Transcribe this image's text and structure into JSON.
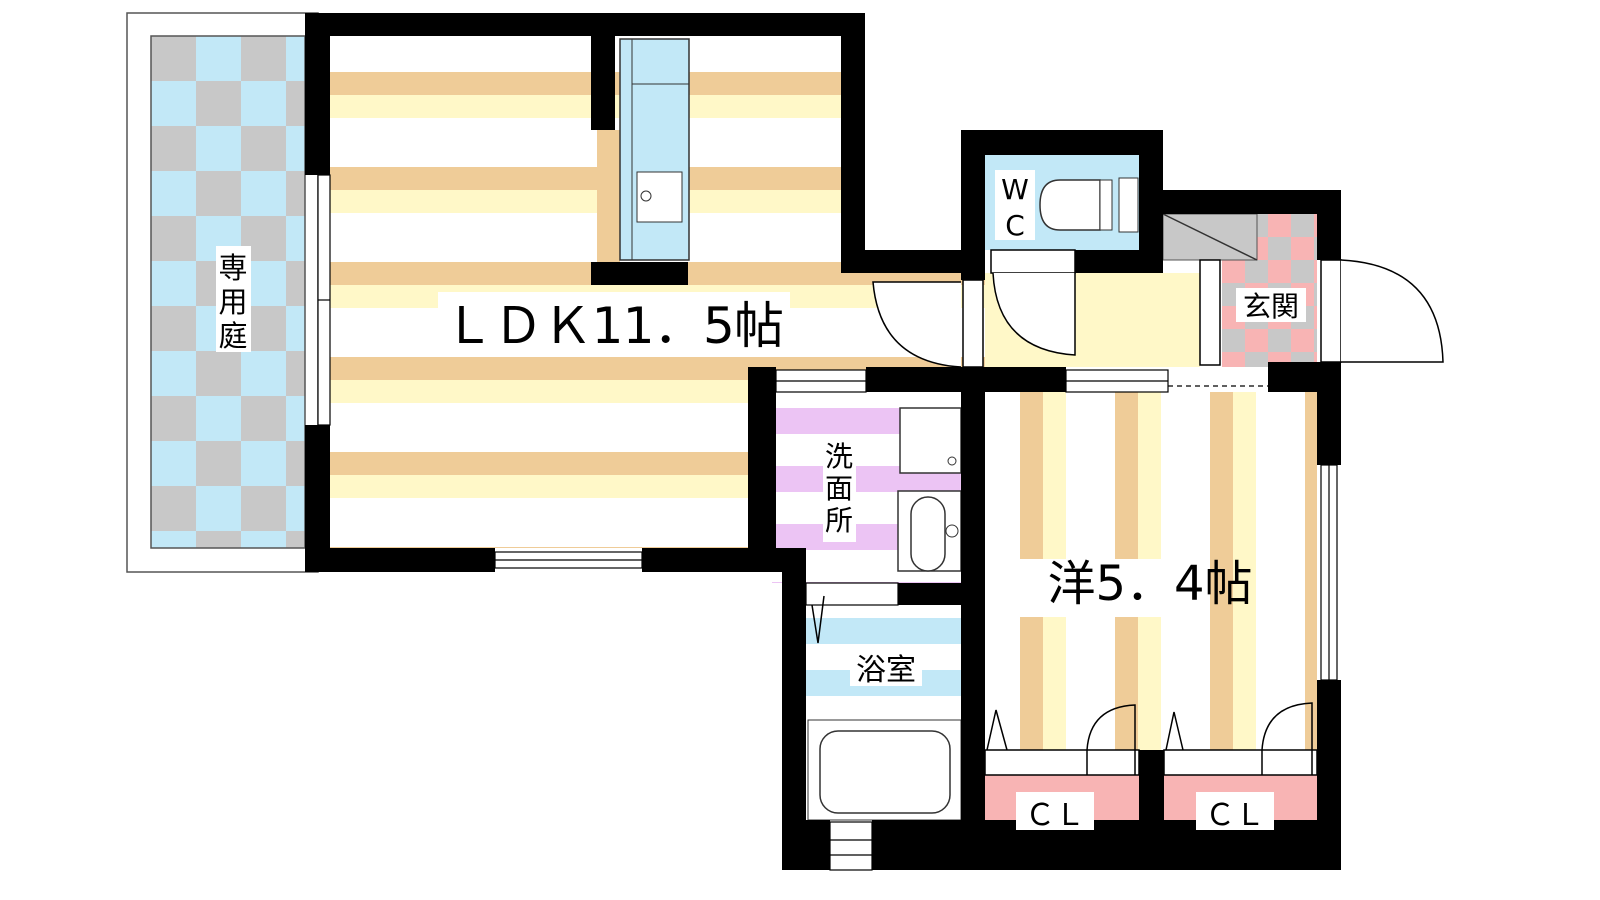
{
  "rooms": {
    "garden": {
      "label_chars": [
        "専",
        "用",
        "庭"
      ]
    },
    "ldk": {
      "label": "ＬＤＫ11．5帖"
    },
    "wc": {
      "label_chars": [
        "W",
        "C"
      ]
    },
    "entrance": {
      "label": "玄関"
    },
    "washroom": {
      "label_chars": [
        "洗",
        "面",
        "所"
      ]
    },
    "bathroom": {
      "label": "浴室"
    },
    "western_room": {
      "label": "洋5．4帖"
    },
    "closet_left": {
      "label": "ＣＬ"
    },
    "closet_right": {
      "label": "ＣＬ"
    }
  },
  "colors": {
    "wall": "#000000",
    "wood_tan": "#efcc98",
    "wood_cream": "#fff8c8",
    "tile_blue": "#c2e8f7",
    "tile_gray": "#c8c8c8",
    "tile_pink": "#f8b4b4",
    "wash_pink": "#ecc4f4",
    "closet_pink": "#f8b4b4"
  }
}
